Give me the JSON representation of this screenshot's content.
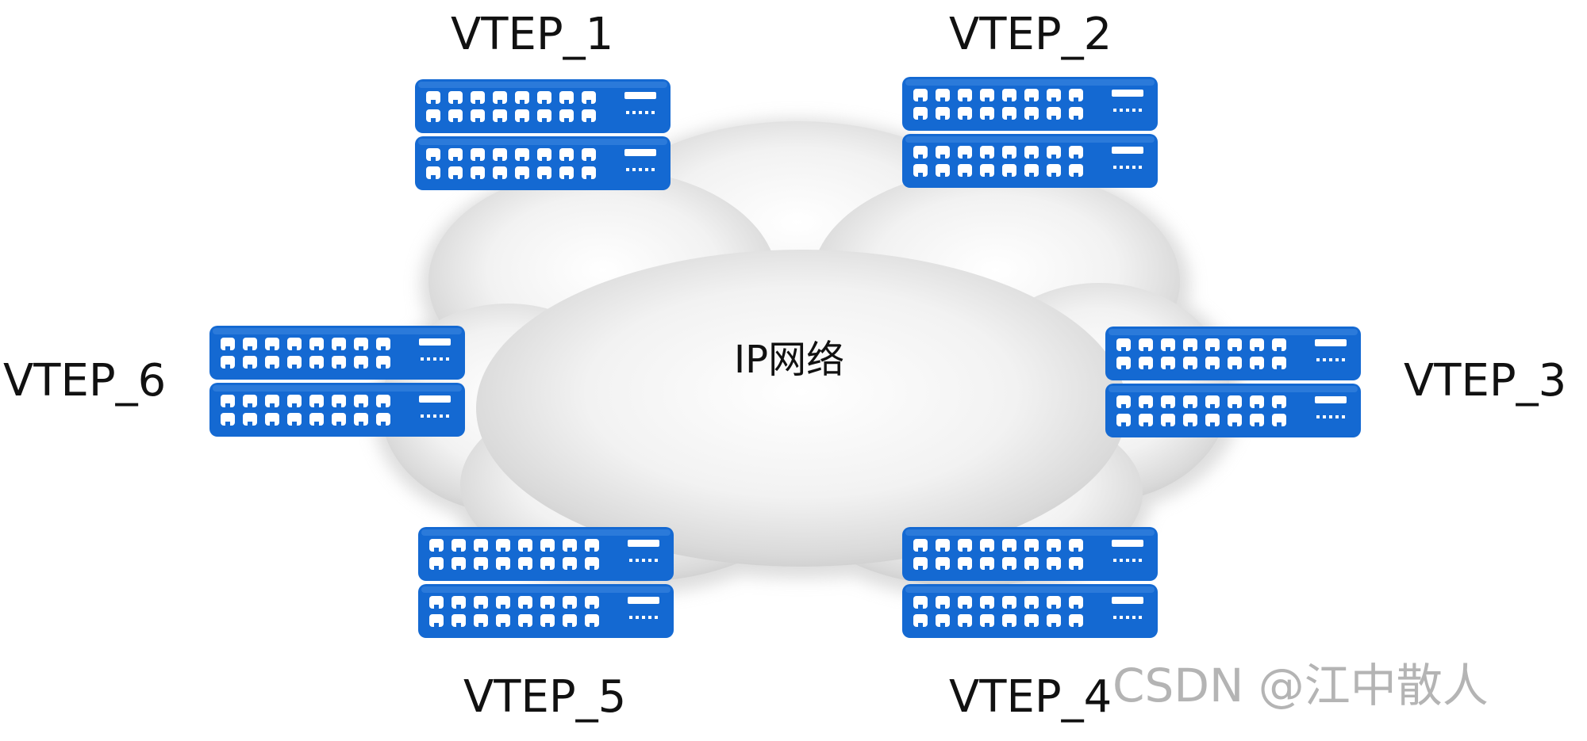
{
  "diagram": {
    "center_label": "IP网络",
    "nodes": [
      {
        "id": "vtep1",
        "label": "VTEP_1"
      },
      {
        "id": "vtep2",
        "label": "VTEP_2"
      },
      {
        "id": "vtep3",
        "label": "VTEP_3"
      },
      {
        "id": "vtep4",
        "label": "VTEP_4"
      },
      {
        "id": "vtep5",
        "label": "VTEP_5"
      },
      {
        "id": "vtep6",
        "label": "VTEP_6"
      }
    ],
    "switch_icon": "network-switch-icon",
    "cloud_icon": "cloud-icon",
    "colors": {
      "switch_body": "#1469d2",
      "switch_port": "#ffffff",
      "cloud": "#dcdcdc",
      "text": "#111111",
      "watermark": "#b4b4b4"
    }
  },
  "watermark": "CSDN @江中散人"
}
